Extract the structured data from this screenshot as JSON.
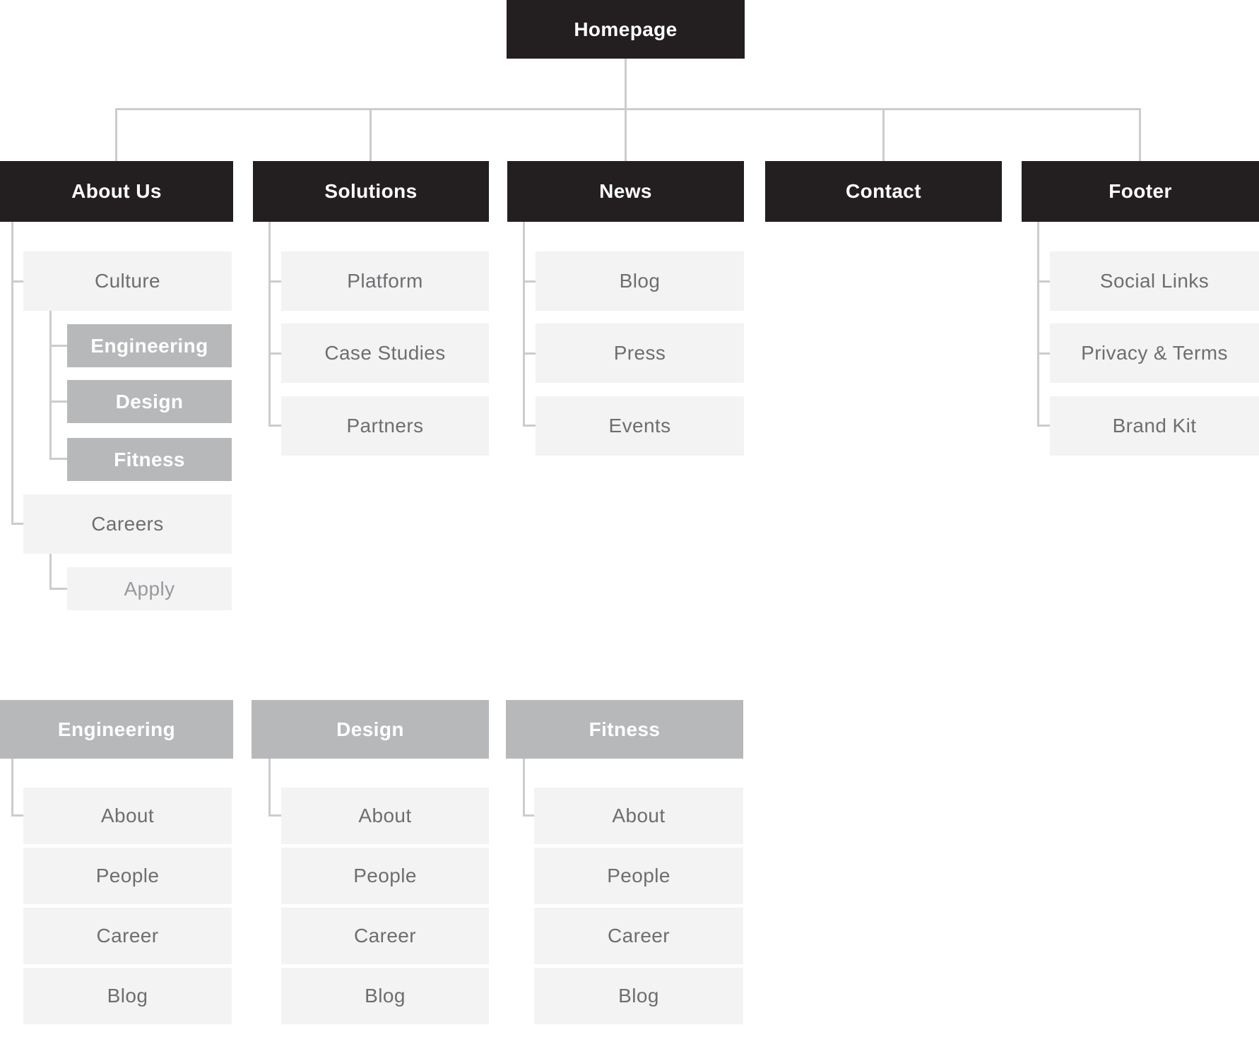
{
  "sitemap": {
    "root": {
      "label": "Homepage"
    },
    "columns": [
      {
        "label": "About Us",
        "children": [
          {
            "label": "Culture",
            "children": [
              {
                "label": "Engineering"
              },
              {
                "label": "Design"
              },
              {
                "label": "Fitness"
              }
            ]
          },
          {
            "label": "Careers",
            "children": [
              {
                "label": "Apply"
              }
            ]
          }
        ]
      },
      {
        "label": "Solutions",
        "children": [
          {
            "label": "Platform"
          },
          {
            "label": "Case Studies"
          },
          {
            "label": "Partners"
          }
        ]
      },
      {
        "label": "News",
        "children": [
          {
            "label": "Blog"
          },
          {
            "label": "Press"
          },
          {
            "label": "Events"
          }
        ]
      },
      {
        "label": "Contact",
        "children": []
      },
      {
        "label": "Footer",
        "children": [
          {
            "label": "Social Links"
          },
          {
            "label": "Privacy & Terms"
          },
          {
            "label": "Brand Kit"
          }
        ]
      }
    ],
    "detail_groups": [
      {
        "label": "Engineering",
        "children": [
          {
            "label": "About"
          },
          {
            "label": "People"
          },
          {
            "label": "Career"
          },
          {
            "label": "Blog"
          }
        ]
      },
      {
        "label": "Design",
        "children": [
          {
            "label": "About"
          },
          {
            "label": "People"
          },
          {
            "label": "Career"
          },
          {
            "label": "Blog"
          }
        ]
      },
      {
        "label": "Fitness",
        "children": [
          {
            "label": "About"
          },
          {
            "label": "People"
          },
          {
            "label": "Career"
          },
          {
            "label": "Blog"
          }
        ]
      }
    ],
    "colors": {
      "node_dark": "#231f20",
      "node_medium": "#b7b8ba",
      "node_light": "#f3f3f4",
      "connector": "#cccccc",
      "text_on_dark": "#ffffff",
      "text_child": "#6d6e70",
      "text_muted": "#97999d"
    }
  }
}
